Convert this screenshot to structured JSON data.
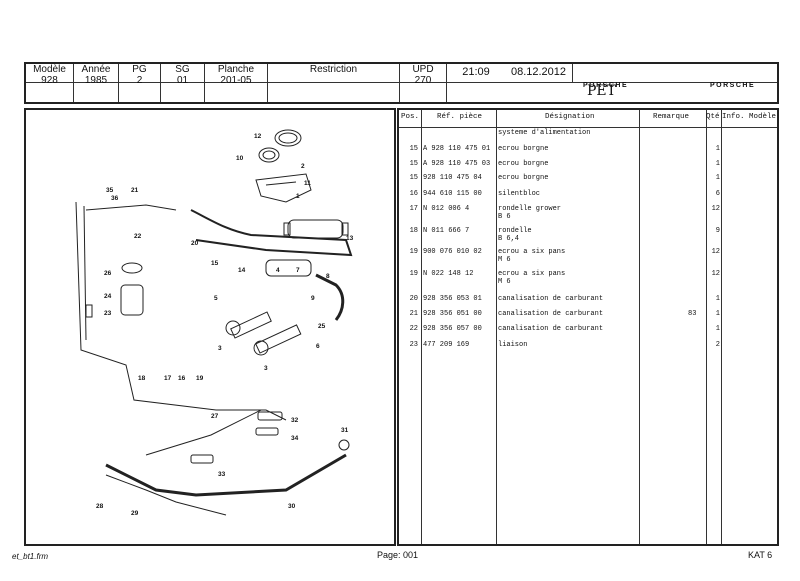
{
  "header": {
    "modele_label": "Modèle",
    "modele_value": "928",
    "annee_label": "Année",
    "annee_value": "1985",
    "pg_label": "PG",
    "pg_value": "2",
    "sg_label": "SG",
    "sg_value": "01",
    "planche_label": "Planche",
    "planche_value": "201-05",
    "restriction_label": "Restriction",
    "upd_label": "UPD",
    "upd_value": "270",
    "time": "21:09",
    "date": "08.12.2012",
    "brand_left": "PORSCHE",
    "app_name": "PET",
    "brand_right": "PORSCHE"
  },
  "table": {
    "columns": [
      "Pos.",
      "Réf. pièce",
      "Désignation",
      "Remarque",
      "Qté",
      "Info. Modèle"
    ],
    "rows": [
      {
        "pos": "",
        "ref": "",
        "designation": "systeme d'alimentation",
        "sub": "",
        "remarque": "",
        "qte": ""
      },
      {
        "pos": "15",
        "ref": "A 928 110 475 01",
        "designation": "ecrou borgne",
        "sub": "",
        "remarque": "",
        "qte": "1"
      },
      {
        "pos": "15",
        "ref": "A 928 110 475 03",
        "designation": "ecrou borgne",
        "sub": "",
        "remarque": "",
        "qte": "1"
      },
      {
        "pos": "15",
        "ref": "  928 110 475 04",
        "designation": "ecrou borgne",
        "sub": "",
        "remarque": "",
        "qte": "1"
      },
      {
        "pos": "16",
        "ref": "  944 610 115 00",
        "designation": "silentbloc",
        "sub": "",
        "remarque": "",
        "qte": "6"
      },
      {
        "pos": "17",
        "ref": "N    012 006 4",
        "designation": "rondelle grower",
        "sub": "B 6",
        "remarque": "",
        "qte": "12"
      },
      {
        "pos": "18",
        "ref": "N    011 666 7",
        "designation": "rondelle",
        "sub": "B 6,4",
        "remarque": "",
        "qte": "9"
      },
      {
        "pos": "19",
        "ref": "  900 076 010 02",
        "designation": "ecrou a six pans",
        "sub": "M 6",
        "remarque": "",
        "qte": "12"
      },
      {
        "pos": "19",
        "ref": "N    022 148 12",
        "designation": "ecrou a six pans",
        "sub": "M 6",
        "remarque": "",
        "qte": "12"
      },
      {
        "pos": "20",
        "ref": "  928 356 053 01",
        "designation": "canalisation de carburant",
        "sub": "",
        "remarque": "",
        "qte": "1"
      },
      {
        "pos": "21",
        "ref": "  928 356 051 00",
        "designation": "canalisation de carburant",
        "sub": "",
        "remarque": "83",
        "qte": "1"
      },
      {
        "pos": "22",
        "ref": "  928 356 057 00",
        "designation": "canalisation de carburant",
        "sub": "",
        "remarque": "",
        "qte": "1"
      },
      {
        "pos": "23",
        "ref": "  477 209 169",
        "designation": "liaison",
        "sub": "",
        "remarque": "",
        "qte": "2"
      }
    ]
  },
  "callouts": [
    "1",
    "2",
    "3",
    "3",
    "4",
    "5",
    "6",
    "7",
    "8",
    "9",
    "10",
    "11",
    "12",
    "13",
    "14",
    "15",
    "16",
    "17",
    "18",
    "19",
    "20",
    "21",
    "22",
    "23",
    "24",
    "25",
    "26",
    "27",
    "28",
    "29",
    "30",
    "31",
    "32",
    "33",
    "34",
    "35",
    "36"
  ],
  "footer": {
    "file": "et_bt1.frm",
    "page": "Page: 001",
    "kat": "KAT 6"
  }
}
